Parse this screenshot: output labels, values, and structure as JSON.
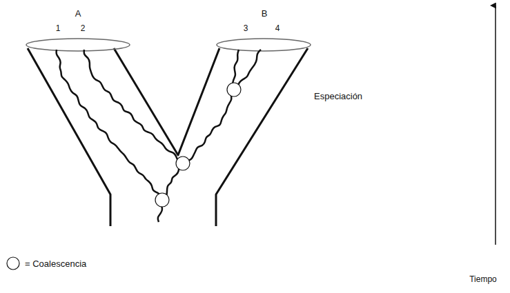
{
  "diagram": {
    "labels": [
      "A",
      "1",
      "2",
      "B",
      "3",
      "4",
      "Especiación",
      "Tiempo"
    ],
    "legend": [
      {
        "text": "= Coalescencia"
      }
    ]
  }
}
